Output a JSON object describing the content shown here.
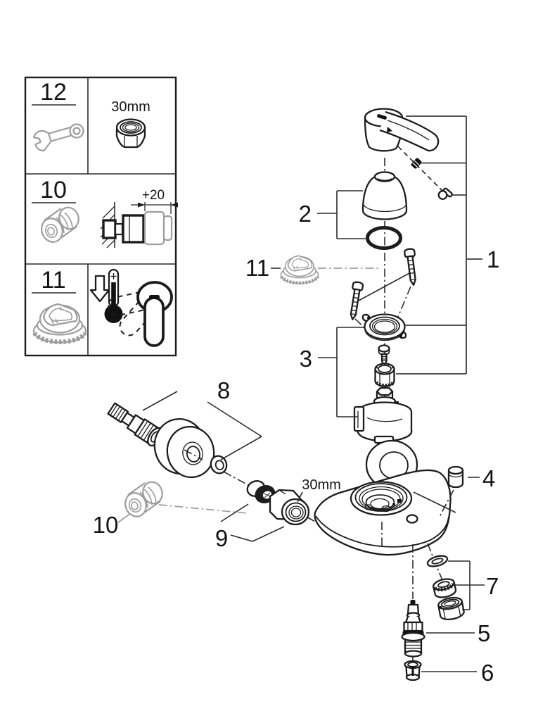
{
  "diagram": {
    "kind": "exploded-parts-diagram",
    "colors": {
      "background": "#ffffff",
      "line": "#1c1c1c",
      "gray": "#9d9d9d"
    }
  },
  "legend": {
    "box12": {
      "number": "12",
      "tool_icon": "open-end-wrench-icon",
      "size_label": "30mm",
      "item_icon": "slip-nut-icon"
    },
    "box10": {
      "number": "10",
      "item_icon": "extension-adapter-icon",
      "dimension_label": "+20",
      "detail_icons": [
        "wall-hatch-icon",
        "fitting-icon"
      ]
    },
    "box11": {
      "number": "11",
      "item_icon": "temperature-limiter-cap-icon",
      "detail_icons": [
        "thermometer-down-icon",
        "lever-rotation-icon"
      ]
    }
  },
  "callouts": {
    "p1": "1",
    "p2": "2",
    "p3": "3",
    "p4": "4",
    "p5": "5",
    "p6": "6",
    "p7": "7",
    "p8": "8",
    "p9": "9",
    "p10": "10",
    "p11": "11",
    "nut_size": "30mm"
  }
}
